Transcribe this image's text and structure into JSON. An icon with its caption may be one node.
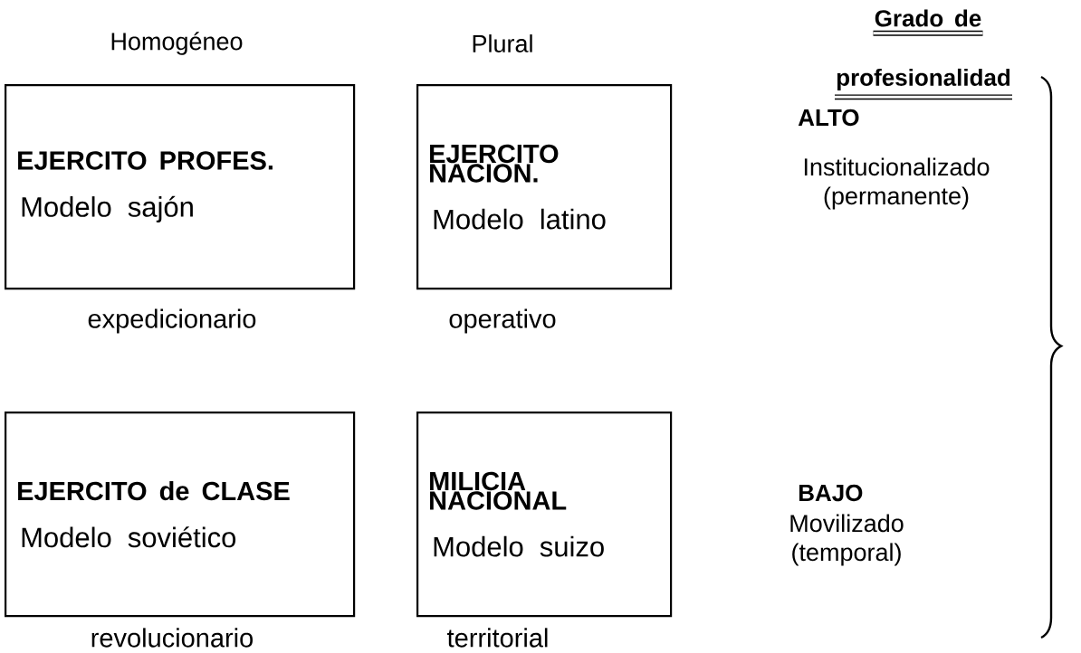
{
  "diagram": {
    "nodes": [
      {
        "text": [
          "EJERCITO PROFES.",
          "Modelo sajón"
        ],
        "beside": [
          "expedicionario"
        ]
      },
      {
        "text": [
          "EJERCITO NACION.",
          "Modelo latino"
        ],
        "beside": [
          "operativo"
        ]
      },
      {
        "text": [
          "EJERCITO de CLASE",
          "Modelo soviético"
        ],
        "beside": [
          "revolucionario"
        ]
      },
      {
        "text": [
          "MILICIA NACIONAL",
          "Modelo suizo"
        ],
        "beside": [
          "territorial"
        ]
      }
    ],
    "labels": [
      "Grado de",
      "Homogéneo",
      "Plural",
      "profesionalidad",
      "ALTO",
      "Institucionalizado (permanente)",
      "BAJO",
      "Movilizado (temporal)"
    ]
  }
}
